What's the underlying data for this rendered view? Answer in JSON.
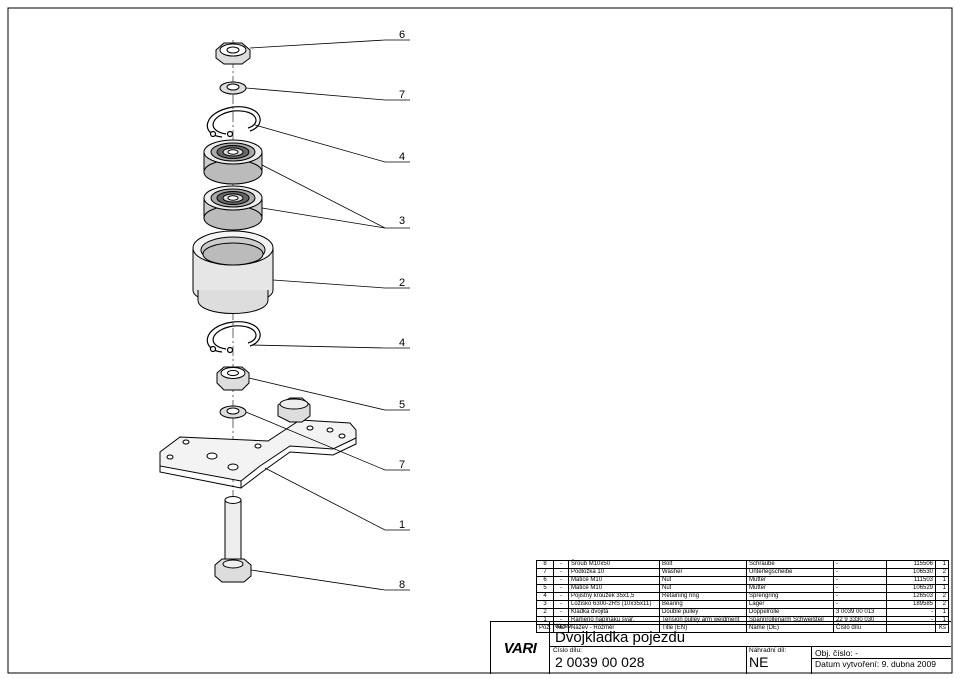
{
  "callouts": [
    "6",
    "7",
    "4",
    "3",
    "2",
    "4",
    "5",
    "7",
    "1",
    "8"
  ],
  "bom": {
    "rows": [
      [
        "8",
        "-",
        "Šroub M10x50",
        "Bolt",
        "Schraube",
        "-",
        "115506",
        "1"
      ],
      [
        "7",
        "-",
        "Podložka 10",
        "Washer",
        "Unterlegscheibe",
        "-",
        "106530",
        "2"
      ],
      [
        "6",
        "-",
        "Matice M10",
        "Nut",
        "Mutter",
        "-",
        "111503",
        "1"
      ],
      [
        "5",
        "-",
        "Matice M10",
        "Nut",
        "Mutter",
        "-",
        "106529",
        "1"
      ],
      [
        "4",
        "-",
        "Pojistný kroužek 35x1,5",
        "Retaining ring",
        "Sprengring",
        "-",
        "126503",
        "2"
      ],
      [
        "3",
        "-",
        "Ložisko 6300-2RS (10x35x11)",
        "Bearing",
        "Lager",
        "-",
        "189585",
        "2"
      ],
      [
        "2",
        "-",
        "Kladka dvojitá",
        "Double pulley",
        "Doppelrolle",
        "3 0039 00 013",
        "-",
        "1"
      ],
      [
        "1",
        "-",
        "Rameno napínáku svař.",
        "Tension pulley arm weldment",
        "Spannrollenarm Schweißteil",
        "22 9 3330 030",
        "-",
        "1"
      ]
    ],
    "header": [
      "Poz.",
      "ND",
      "Název - Rozměr",
      "Title (EN)",
      "Name (DE)",
      "Číslo dílu",
      "",
      "Ks"
    ]
  },
  "title_block": {
    "logo": "VARI",
    "name_label": "Název:",
    "name": "Dvojkladka pojezdu",
    "part_no_label": "Číslo dílu:",
    "part_no": "2 0039 00 028",
    "spare_label": "Náhradní díl:",
    "spare": "NE",
    "order_no": "Obj. číslo: -",
    "date": "Datum vytvoření: 9. dubna 2009"
  }
}
